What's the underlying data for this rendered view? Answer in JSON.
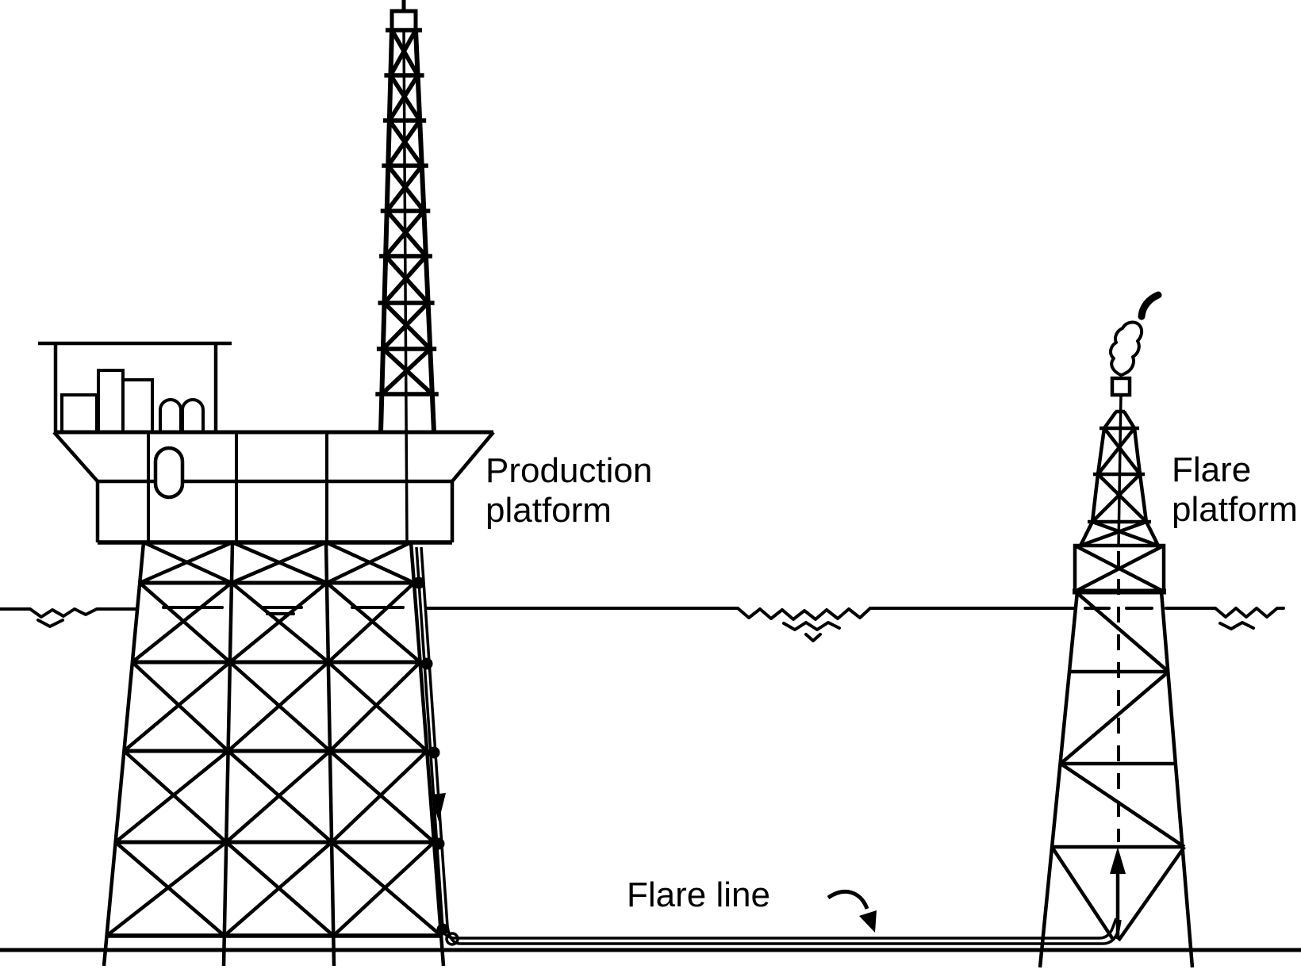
{
  "title": "Offshore production platform and flare platform diagram",
  "colors": {
    "ink": "#000000",
    "paper": "#ffffff"
  },
  "labels": {
    "production_platform": {
      "line1": "Production",
      "line2": "platform"
    },
    "flare_platform": {
      "line1": "Flare",
      "line2": "platform"
    },
    "flare_line": "Flare line"
  },
  "figure": {
    "type": "technical line diagram",
    "components": [
      "drilling derrick with crown block",
      "production deck with deckhouse, modules and two dome-top tanks",
      "lattice jacket substructure (4 legs, 5 X-braced bays) on seabed",
      "flare riser pipe clamped down the jacket right leg (5 clamp dots, downward flow arrow)",
      "subsea flare line running along seabed between platforms",
      "flare platform: tapered lattice tower on X-braced box base",
      "riser shown dashed inside flare tower with upward flow arrow",
      "flare tip square with flame and smoke wisp",
      "waterline with zigzag wave breaks",
      "seabed line",
      "curved annotation arrow pointing at flare line"
    ],
    "flow": "gas travels down production-platform riser, along seabed flare line, up flare tower, burned at flare tip"
  }
}
